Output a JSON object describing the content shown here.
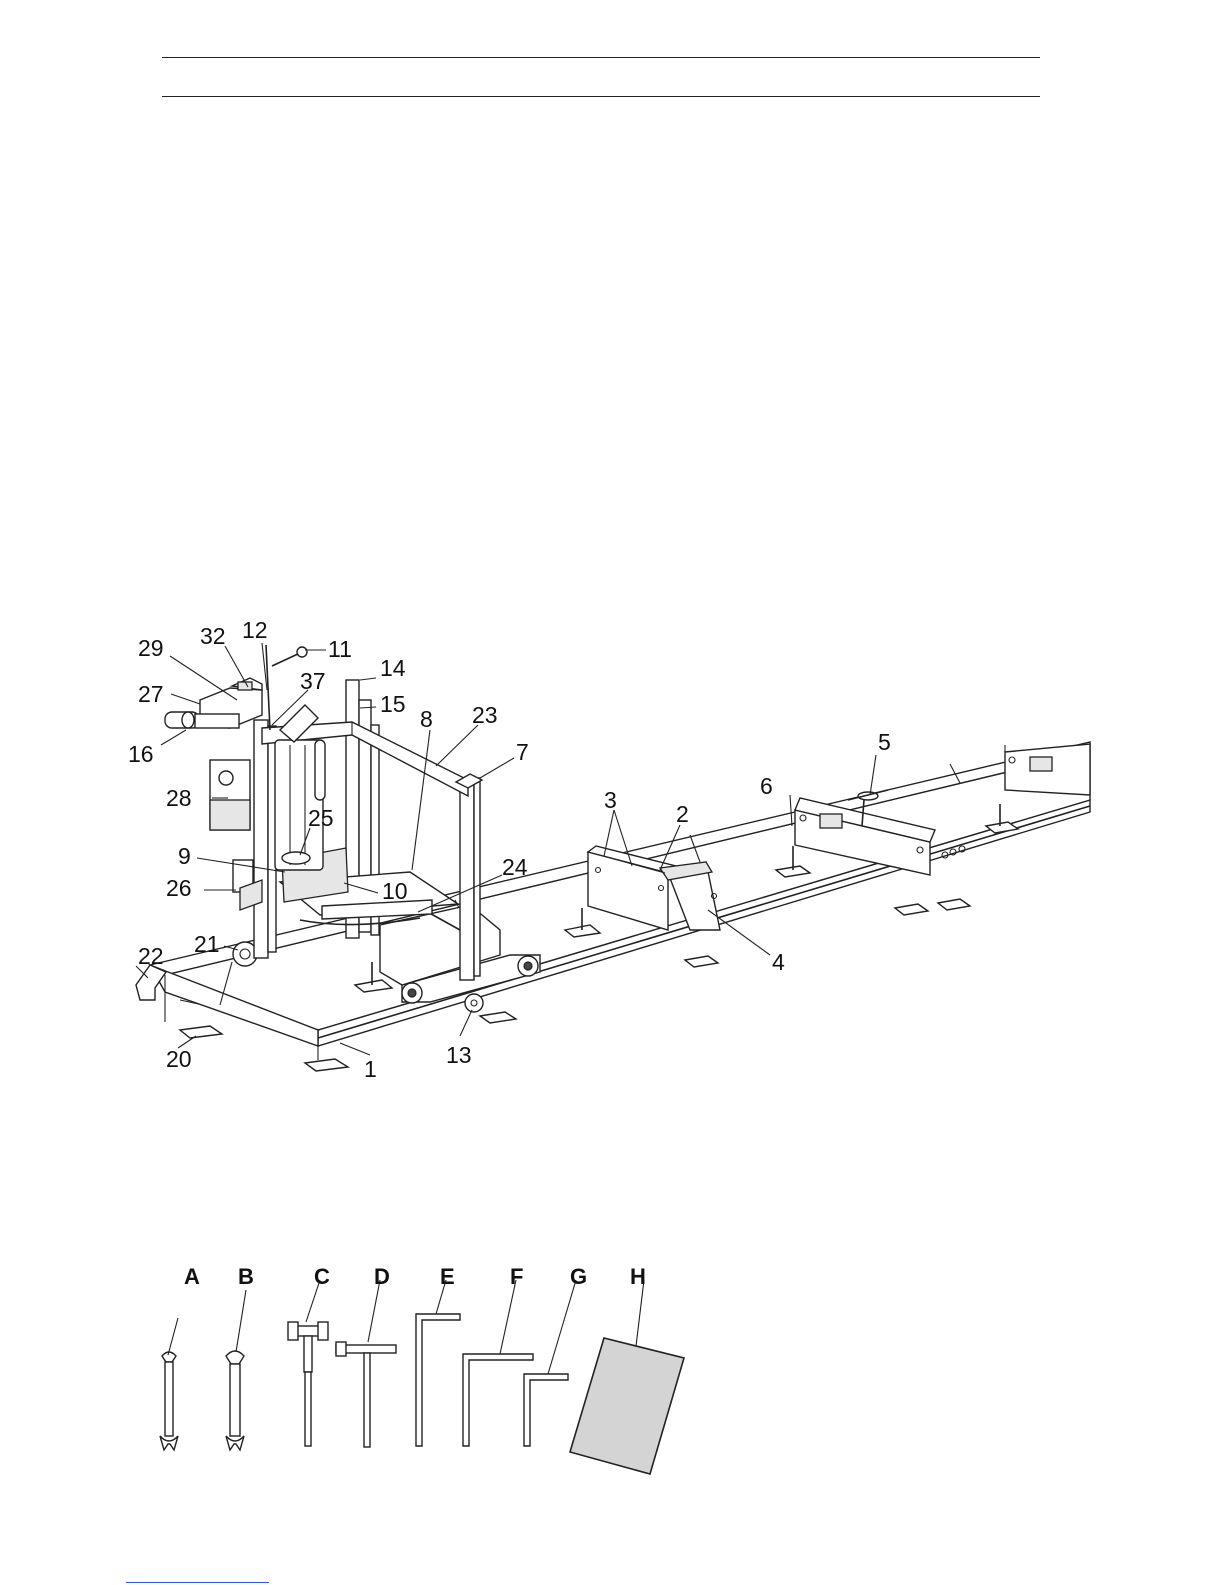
{
  "callouts": [
    {
      "id": "c29",
      "label": "29"
    },
    {
      "id": "c32",
      "label": "32"
    },
    {
      "id": "c12",
      "label": "12"
    },
    {
      "id": "c11",
      "label": "11"
    },
    {
      "id": "c14",
      "label": "14"
    },
    {
      "id": "c27",
      "label": "27"
    },
    {
      "id": "c37",
      "label": "37"
    },
    {
      "id": "c15",
      "label": "15"
    },
    {
      "id": "c8",
      "label": "8"
    },
    {
      "id": "c23",
      "label": "23"
    },
    {
      "id": "c16",
      "label": "16"
    },
    {
      "id": "c7",
      "label": "7"
    },
    {
      "id": "c5",
      "label": "5"
    },
    {
      "id": "c28",
      "label": "28"
    },
    {
      "id": "c3",
      "label": "3"
    },
    {
      "id": "c2",
      "label": "2"
    },
    {
      "id": "c6",
      "label": "6"
    },
    {
      "id": "c25",
      "label": "25"
    },
    {
      "id": "c9",
      "label": "9"
    },
    {
      "id": "c24",
      "label": "24"
    },
    {
      "id": "c26",
      "label": "26"
    },
    {
      "id": "c10",
      "label": "10"
    },
    {
      "id": "c4",
      "label": "4"
    },
    {
      "id": "c21",
      "label": "21"
    },
    {
      "id": "c22",
      "label": "22"
    },
    {
      "id": "c20",
      "label": "20"
    },
    {
      "id": "c13",
      "label": "13"
    },
    {
      "id": "c1",
      "label": "1"
    }
  ],
  "tools": [
    {
      "id": "tA",
      "letter": "A"
    },
    {
      "id": "tB",
      "letter": "B"
    },
    {
      "id": "tC",
      "letter": "C"
    },
    {
      "id": "tD",
      "letter": "D"
    },
    {
      "id": "tE",
      "letter": "E"
    },
    {
      "id": "tF",
      "letter": "F"
    },
    {
      "id": "tG",
      "letter": "G"
    },
    {
      "id": "tH",
      "letter": "H"
    }
  ],
  "colors": {
    "line": "#222222",
    "manual_fill": "#d4d4d4",
    "link": "#3355dd"
  }
}
